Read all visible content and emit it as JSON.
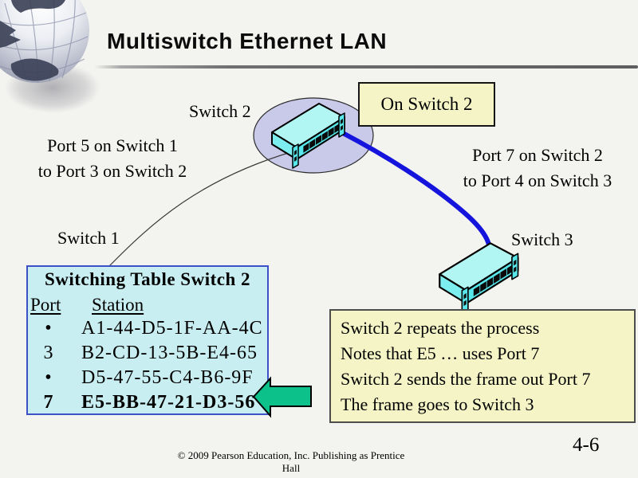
{
  "slide": {
    "title": "Multiswitch Ethernet LAN",
    "page_number": "4-6",
    "footer_line1": "© 2009 Pearson Education, Inc.  Publishing as Prentice",
    "footer_line2": "Hall"
  },
  "labels": {
    "switch1": "Switch 1",
    "switch2": "Switch 2",
    "switch3": "Switch 3",
    "link12_line1": "Port 5 on Switch 1",
    "link12_line2": "to Port 3 on Switch 2",
    "link23_line1": "Port 7 on Switch 2",
    "link23_line2": "to Port 4 on Switch 3"
  },
  "callout": {
    "text": "On Switch 2"
  },
  "switching_table": {
    "title": "Switching Table Switch 2",
    "columns": [
      "Port",
      "Station"
    ],
    "rows": [
      {
        "port": "•",
        "station": "A1-44-D5-1F-AA-4C",
        "bold": false
      },
      {
        "port": "3",
        "station": "B2-CD-13-5B-E4-65",
        "bold": false
      },
      {
        "port": "•",
        "station": "D5-47-55-C4-B6-9F",
        "bold": false
      },
      {
        "port": "7",
        "station": "E5-BB-47-21-D3-56",
        "bold": true
      }
    ]
  },
  "note_box": {
    "lines": [
      "Switch 2 repeats the process",
      "Notes that E5 … uses Port 7",
      "Switch 2 sends the frame out Port 7",
      "The frame goes to Switch 3"
    ]
  },
  "icons": {
    "globe": "grayscale-world-globe",
    "switch_device": "cyan-3d-ethernet-switch",
    "highlight_arrow": "green-left-block-arrow"
  },
  "colors": {
    "background": "#f3f3f0",
    "table_bg": "#c8eef2",
    "table_border": "#3c50c8",
    "note_bg": "#f4f4c6",
    "callout_bg": "#f4f4c6",
    "ellipse_fill": "#c9c9e9",
    "link_blue": "#1414dd",
    "arrow_green": "#0cc28a",
    "switch_cyan_front": "#58e8ec",
    "switch_cyan_top": "#b2f6f4"
  }
}
